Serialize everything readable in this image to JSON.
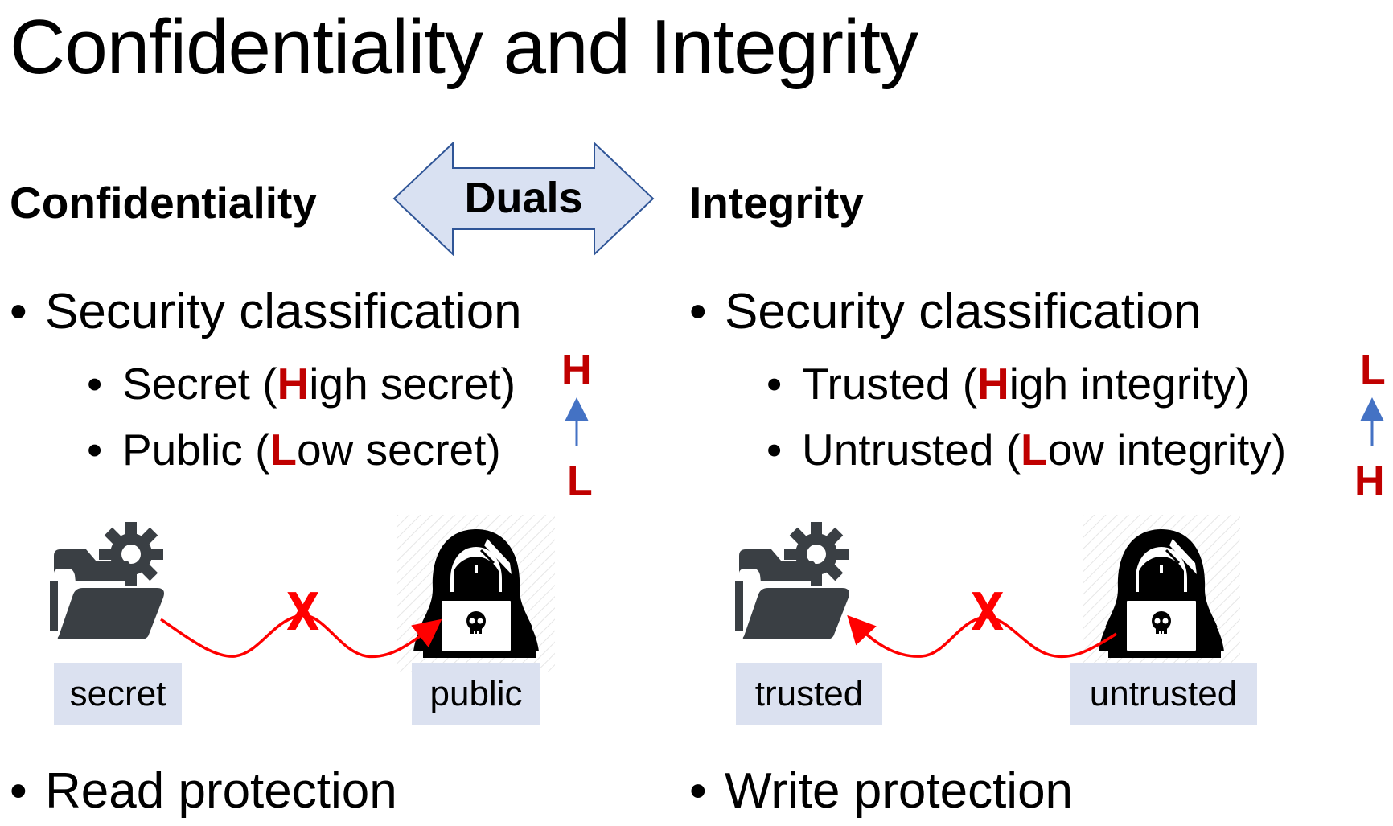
{
  "title": "Confidentiality and Integrity",
  "duals_label": "Duals",
  "left": {
    "heading": "Confidentiality",
    "bullet": "Security classification",
    "sub1": {
      "pre": "Secret (",
      "hl": "H",
      "post": "igh secret)"
    },
    "sub2": {
      "pre": "Public (",
      "hl": "L",
      "post": "ow secret)"
    },
    "level_top": "H",
    "level_bottom": "L",
    "box_left": "secret",
    "box_right": "public",
    "cross": "X",
    "bottom": "Read protection"
  },
  "right": {
    "heading": "Integrity",
    "bullet": "Security classification",
    "sub1": {
      "pre": "Trusted (",
      "hl": "H",
      "post": "igh integrity)"
    },
    "sub2": {
      "pre": "Untrusted (",
      "hl": "L",
      "post": "ow integrity)"
    },
    "level_top": "L",
    "level_bottom": "H",
    "box_left": "trusted",
    "box_right": "untrusted",
    "cross": "X",
    "bottom": "Write protection"
  },
  "colors": {
    "accent": "#c00000",
    "arrow": "#4472c4",
    "duals_fill": "#d9e1f2",
    "label_box": "#dbe1f0",
    "flow": "#ff0000"
  },
  "icons": [
    "folder-gear-icon",
    "hacker-icon",
    "skull-icon"
  ]
}
